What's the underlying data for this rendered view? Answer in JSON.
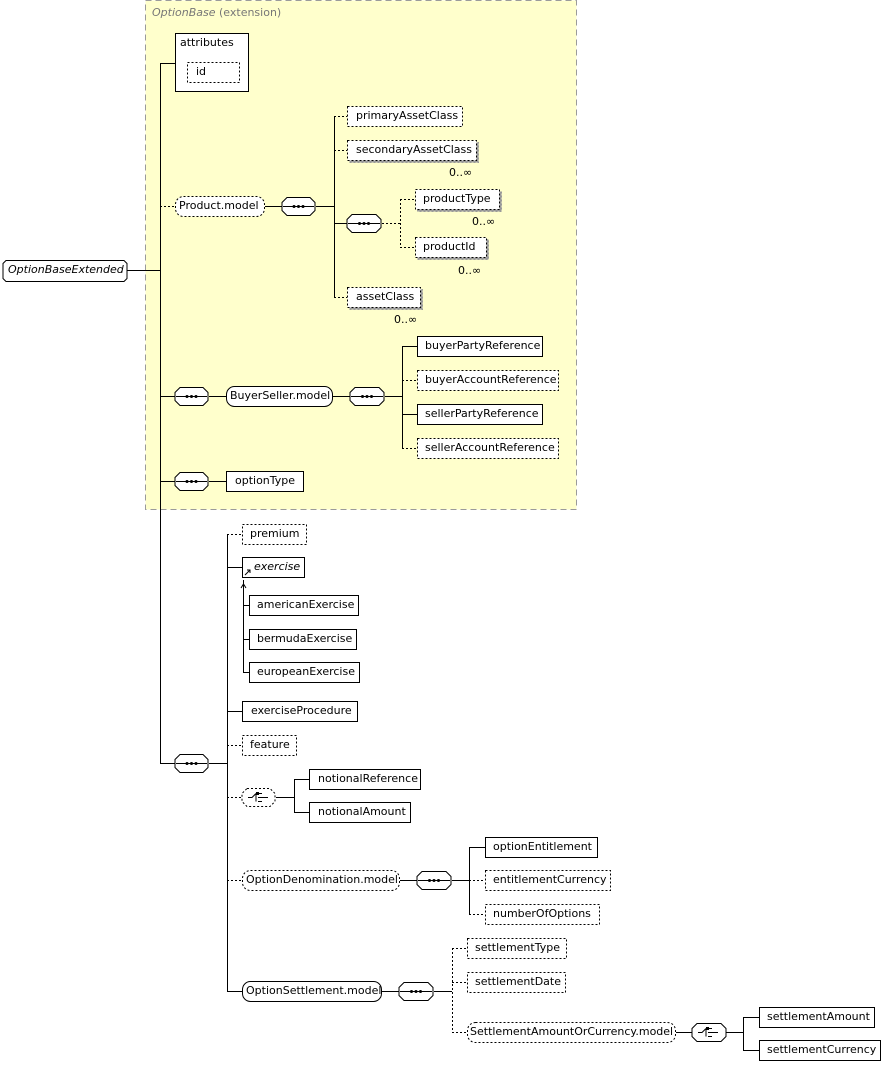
{
  "extension": {
    "base_name": "OptionBase",
    "kind": "(extension)"
  },
  "root": "OptionBaseExtended",
  "attributes": {
    "title": "attributes",
    "items": [
      "id"
    ]
  },
  "product_group": {
    "name": "Product.model",
    "items": [
      "primaryAssetClass",
      "secondaryAssetClass",
      "productType",
      "productId",
      "assetClass"
    ],
    "multiplicities": [
      "0..∞",
      "0..∞",
      "0..∞",
      "0..∞"
    ]
  },
  "buyer_seller_group": {
    "name": "BuyerSeller.model",
    "items": [
      "buyerPartyReference",
      "buyerAccountReference",
      "sellerPartyReference",
      "sellerAccountReference"
    ]
  },
  "option_type": "optionType",
  "option_elements": {
    "premium": "premium",
    "exercise": "exercise",
    "exercise_substitutes": [
      "americanExercise",
      "bermudaExercise",
      "europeanExercise"
    ],
    "exercise_procedure": "exerciseProcedure",
    "feature": "feature",
    "notional_choice": [
      "notionalReference",
      "notionalAmount"
    ]
  },
  "option_denomination_group": {
    "name": "OptionDenomination.model",
    "items": [
      "optionEntitlement",
      "entitlementCurrency",
      "numberOfOptions"
    ]
  },
  "option_settlement_group": {
    "name": "OptionSettlement.model",
    "items": [
      "settlementType",
      "settlementDate"
    ],
    "nested_group": "SettlementAmountOrCurrency.model",
    "nested_choice": [
      "settlementAmount",
      "settlementCurrency"
    ]
  }
}
